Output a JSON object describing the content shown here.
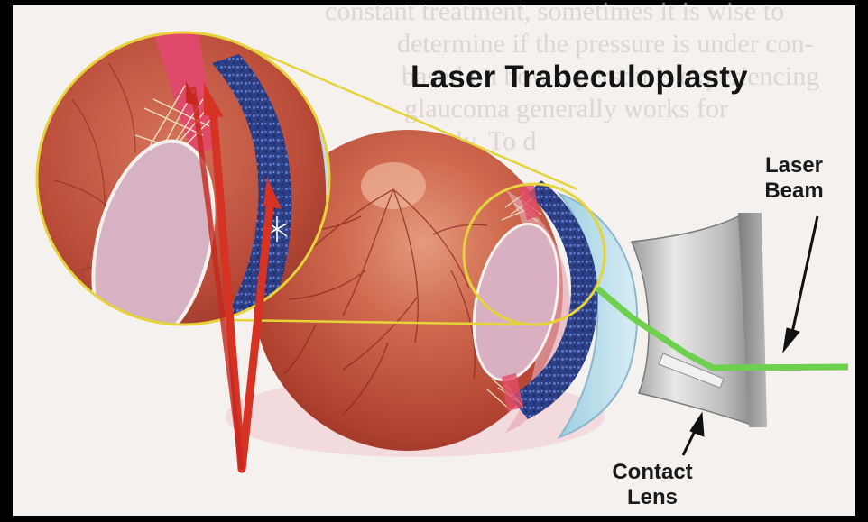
{
  "title": "Laser Trabeculoplasty",
  "labels": {
    "laser_beam": [
      "Laser",
      "Beam"
    ],
    "contact_lens": [
      "Contact",
      "Lens"
    ]
  },
  "background_text": [
    "constant treatment, sometimes it is wise to",
    "determine if the pressure is under con-",
    "based on how a person is experiencing",
    "glaucoma generally works for",
    "surely. To d"
  ],
  "colors": {
    "frame": "#000000",
    "page": "#f4f1ee",
    "eyeball": "#c8553f",
    "iris_mesh": "#2c3f86",
    "magnifier_ring": "#e6d33a",
    "laser_beam": "#6fcf4e",
    "reflected_beams": "#d63325",
    "lens_body": "#c9c9c9"
  }
}
